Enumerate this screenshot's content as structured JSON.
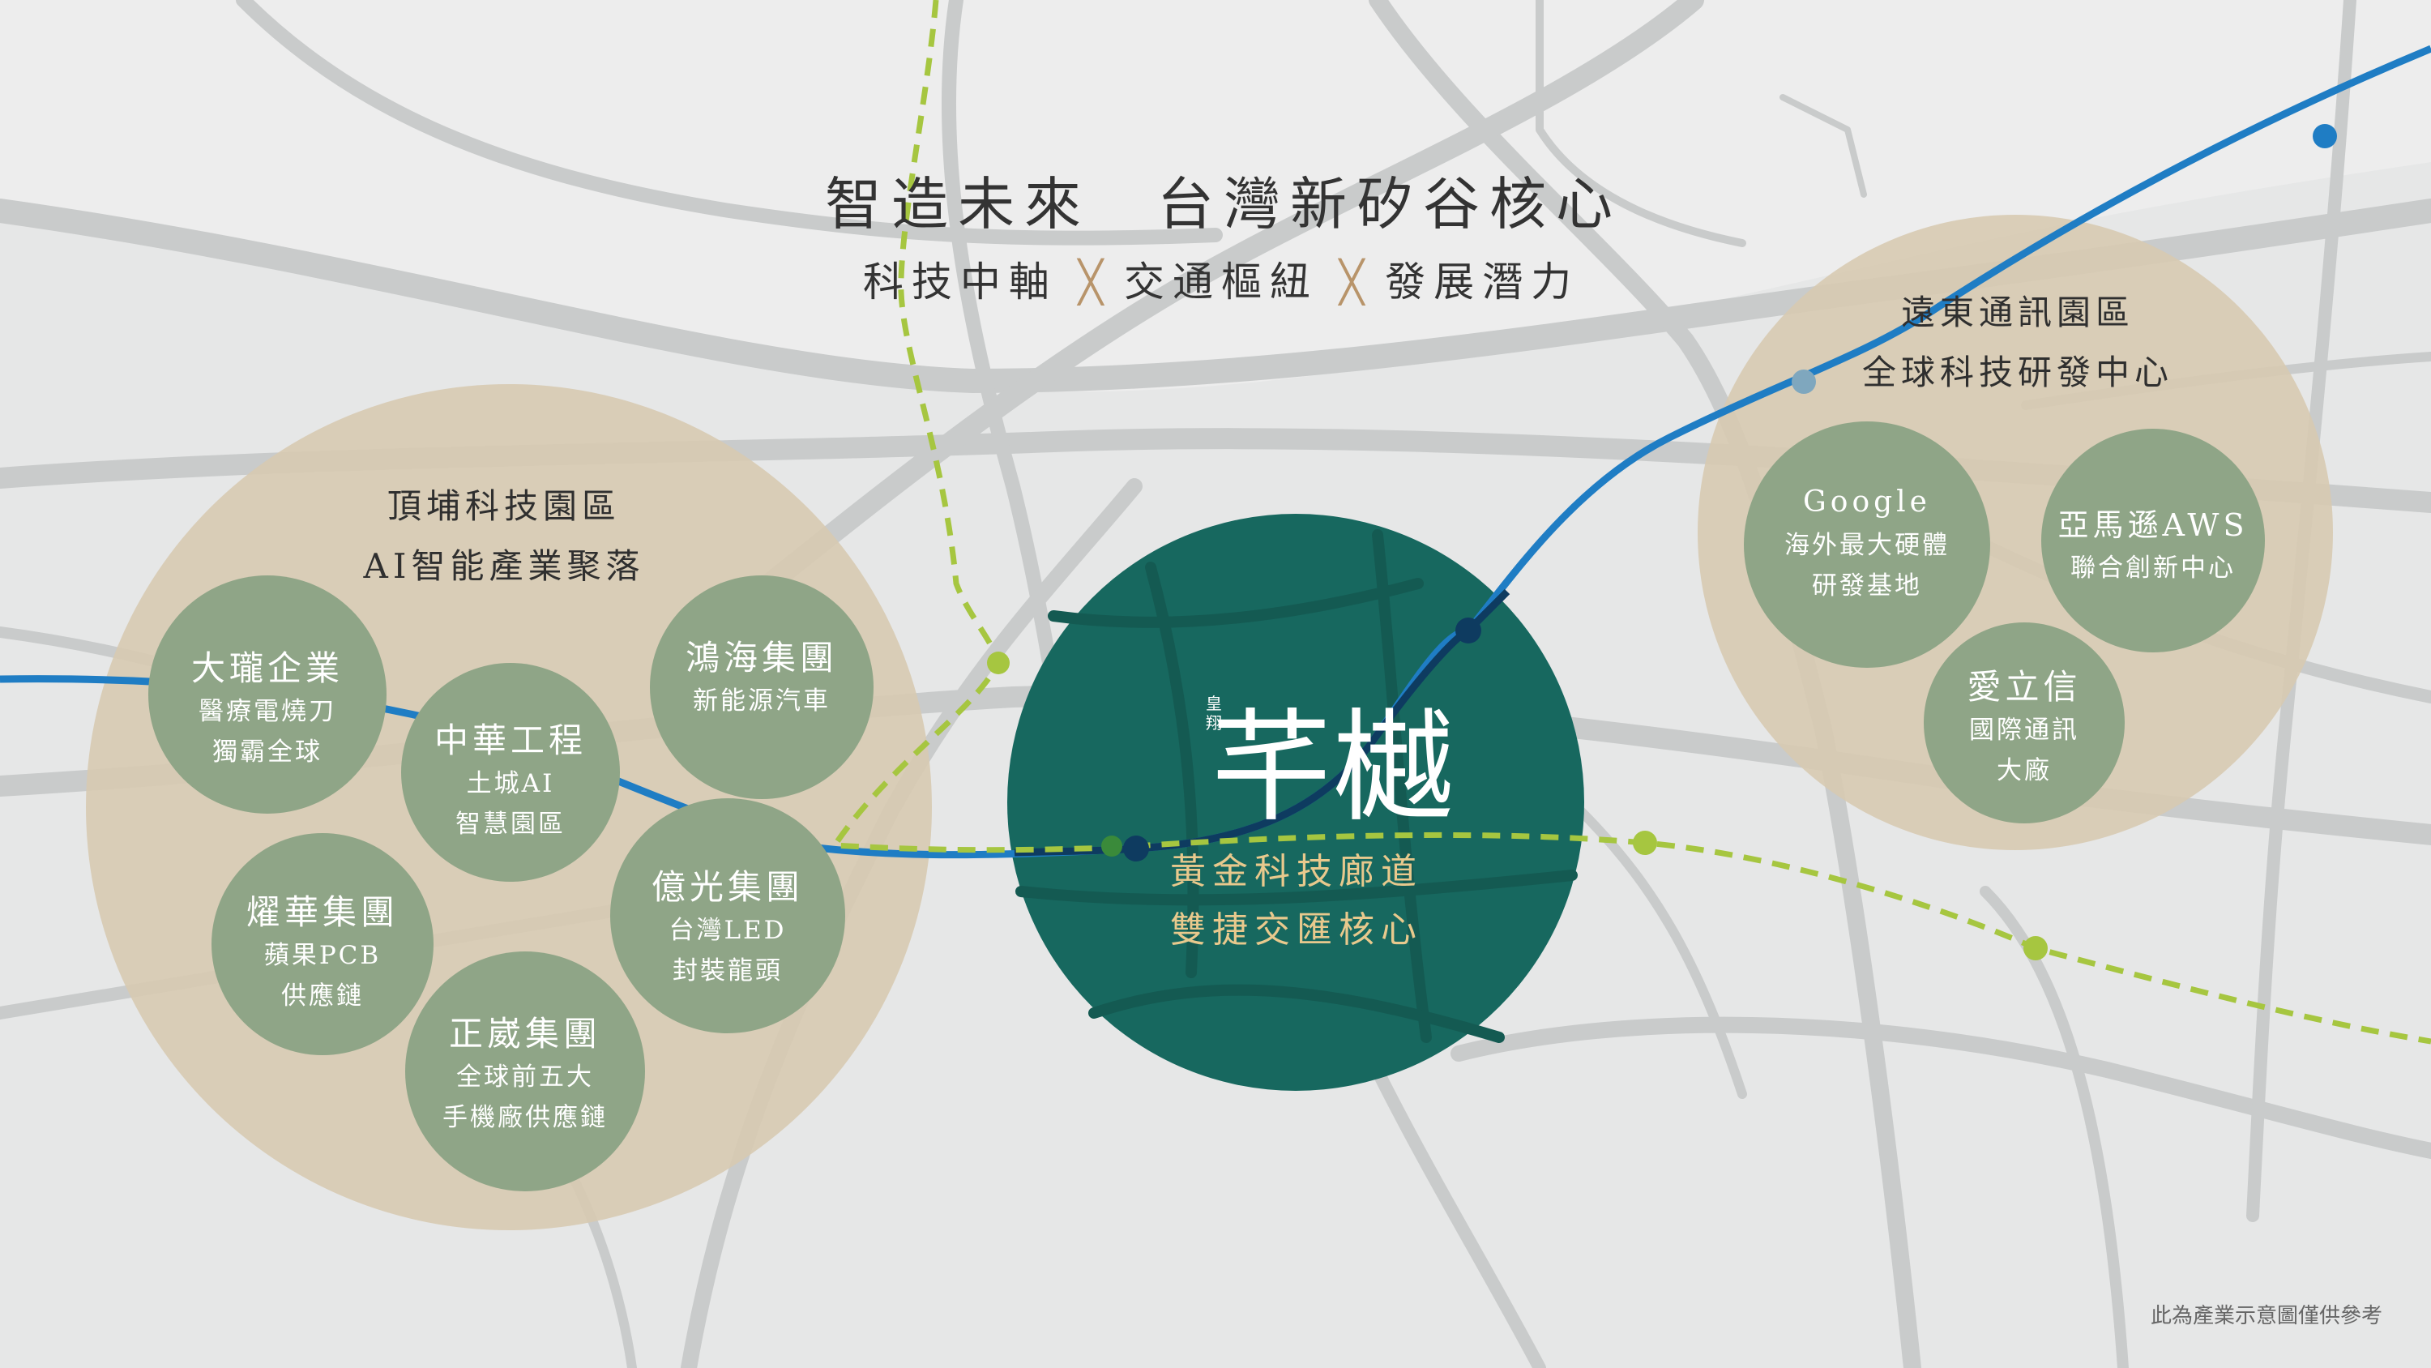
{
  "header": {
    "title": "智造未來　台灣新矽谷核心",
    "sub_items": [
      "科技中軸",
      "交通樞紐",
      "發展潛力"
    ],
    "separator": "╳"
  },
  "zones": {
    "dingpu": {
      "line1": "頂埔科技園區",
      "line2": "AI智能產業聚落"
    },
    "fareastone": {
      "line1": "遠東通訊園區",
      "line2": "全球科技研發中心"
    }
  },
  "companies": {
    "dalung": {
      "name": "大瓏企業",
      "desc1": "醫療電燒刀",
      "desc2": "獨霸全球"
    },
    "zhonghua": {
      "name": "中華工程",
      "desc1": "土城AI",
      "desc2": "智慧園區"
    },
    "honhai": {
      "name": "鴻海集團",
      "desc1": "新能源汽車"
    },
    "yaohua": {
      "name": "燿華集團",
      "desc1": "蘋果PCB",
      "desc2": "供應鏈"
    },
    "everlight": {
      "name": "億光集團",
      "desc1": "台灣LED",
      "desc2": "封裝龍頭"
    },
    "zhengwei": {
      "name": "正崴集團",
      "desc1": "全球前五大",
      "desc2": "手機廠供應鏈"
    },
    "google": {
      "name": "Google",
      "desc1": "海外最大硬體",
      "desc2": "研發基地"
    },
    "amazon": {
      "name": "亞馬遜AWS",
      "desc1": "聯合創新中心"
    },
    "ailixin": {
      "name": "愛立信",
      "desc1": "國際通訊",
      "desc2": "大廠"
    }
  },
  "core": {
    "brand_small": "皇翔",
    "brand": "芊樾",
    "line1": "黃金科技廊道",
    "line2": "雙捷交匯核心"
  },
  "footnote": "此為產業示意圖僅供參考",
  "colors": {
    "background": "#e6e7e7",
    "road": "#c9cbcb",
    "zone_fill": "#d7cab0",
    "company_fill": "#8fa587",
    "core_fill": "#17685f",
    "core_text": "#e8c98d",
    "blue_line": "#1f7dc4",
    "green_line": "#a6c640",
    "separator": "#b8946a"
  }
}
